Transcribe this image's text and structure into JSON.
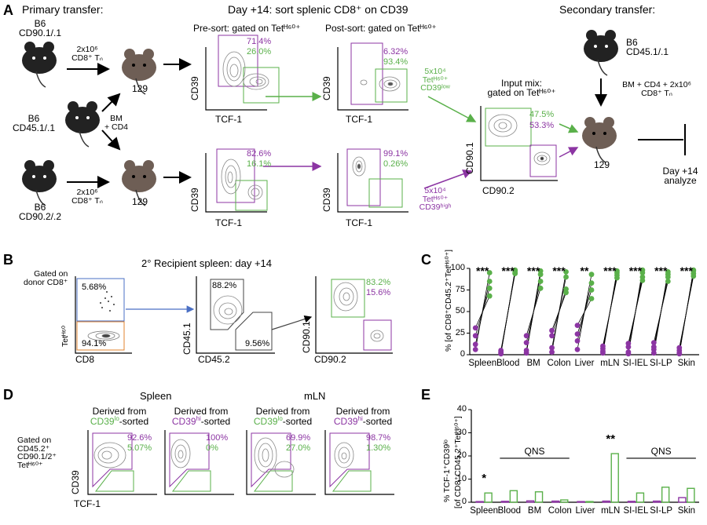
{
  "colors": {
    "green": "#5ab04a",
    "purple": "#8c35a3",
    "orange": "#e0832e",
    "blue": "#4a6fc4"
  },
  "panelA": {
    "letter": "A",
    "primary_transfer": "Primary transfer:",
    "day14_sort": "Day +14: sort splenic CD8⁺ on CD39",
    "secondary_transfer": "Secondary transfer:",
    "mouse_top_line1": "B6",
    "mouse_top_line2": "CD90.1/.1",
    "mouse_mid_line1": "B6",
    "mouse_mid_line2": "CD45.1/.1",
    "mouse_bot_line1": "B6",
    "mouse_bot_line2": "CD90.2/.2",
    "arrow_top_line1": "2x10⁶",
    "arrow_top_line2": "CD8⁺ Tₙ",
    "arrow_mid_line1": "BM",
    "arrow_mid_line2": "+ CD4",
    "arrow_bot_line1": "2x10⁶",
    "arrow_bot_line2": "CD8⁺ Tₙ",
    "recipient_label": "129",
    "pre_sort": "Pre-sort: gated on Tetᴴ⁶⁰⁺",
    "post_sort": "Post-sort: gated on Tetᴴ⁶⁰⁺",
    "pre_top_purple": "71.4%",
    "pre_top_green": "26.0%",
    "pre_bot_purple": "82.6%",
    "pre_bot_green": "16.1%",
    "post_top_purple": "6.32%",
    "post_top_green": "93.4%",
    "post_bot_purple": "99.1%",
    "post_bot_green": "0.26%",
    "axis_y": "CD39",
    "axis_x": "TCF-1",
    "green_sort_line1": "5x10⁴",
    "green_sort_line2": "Tetᴴ⁶⁰⁺",
    "green_sort_line3": "CD39ˡᵒʷ",
    "purple_sort_line1": "5x10⁴",
    "purple_sort_line2": "Tetᴴ⁶⁰⁺",
    "purple_sort_line3": "CD39ʰⁱᵍʰ",
    "input_mix_line1": "Input mix:",
    "input_mix_line2": "gated on Tetᴴ⁶⁰⁺",
    "input_green": "47.5%",
    "input_purple": "53.3%",
    "input_axis_y": "CD90.1",
    "input_axis_x": "CD90.2",
    "sec_mouse_line1": "B6",
    "sec_mouse_line2": "CD45.1/.1",
    "sec_arrow_line1": "BM + CD4 + 2x10⁶",
    "sec_arrow_line2": "CD8⁺ Tₙ",
    "sec_recipient": "129",
    "day14_line1": "Day +14",
    "day14_line2": "analyze"
  },
  "panelB": {
    "letter": "B",
    "title": "2° Recipient spleen: day +14",
    "gated_line1": "Gated on",
    "gated_line2": "donor CD8⁺",
    "p1_top": "5.68%",
    "p1_bot": "94.1%",
    "p1_axis_y": "Tetᴴ⁶⁰",
    "p1_axis_x": "CD8",
    "p2_top": "88.2%",
    "p2_bot": "9.56%",
    "p2_axis_y": "CD45.1",
    "p2_axis_x": "CD45.2",
    "p3_green": "83.2%",
    "p3_purple": "15.6%",
    "p3_axis_y": "CD90.1",
    "p3_axis_x": "CD90.2"
  },
  "panelD": {
    "letter": "D",
    "spleen": "Spleen",
    "mln": "mLN",
    "derived_from": "Derived from",
    "cd39": "CD39",
    "lo_sup": "lo",
    "hi_sup": "hi",
    "sorted": "-sorted",
    "gated_line1": "Gated on",
    "gated_line2": "CD45.2⁺",
    "gated_line3": "CD90.1/2⁺",
    "gated_line4": "Tetᴴ⁶⁰⁺",
    "p1_purple": "92.6%",
    "p1_green": "5.07%",
    "p2_purple": "100%",
    "p2_green": "0%",
    "p3_purple": "69.9%",
    "p3_green": "27.0%",
    "p4_purple": "98.7%",
    "p4_green": "1.30%",
    "axis_y": "CD39",
    "axis_x": "TCF-1"
  },
  "chart_data": [
    {
      "type": "scatter",
      "panel": "C",
      "ylabel": "% [of CD8⁺CD45.2⁺Tetᴴ⁶⁰⁺]",
      "ylim": [
        0,
        100
      ],
      "yticks": [
        0,
        25,
        50,
        75,
        100
      ],
      "categories": [
        "Spleen",
        "Blood",
        "BM",
        "Colon",
        "Liver",
        "mLN",
        "SI-IEL",
        "SI-LP",
        "Skin"
      ],
      "significance": [
        "***",
        "***",
        "***",
        "***",
        "**",
        "***",
        "***",
        "***",
        "***"
      ],
      "series": [
        {
          "color": "#8c35a3",
          "values": [
            [
              6,
              12,
              22,
              31
            ],
            [
              1,
              2,
              3,
              5
            ],
            [
              2,
              5,
              14,
              22
            ],
            [
              3,
              8,
              22,
              28
            ],
            [
              6,
              16,
              24,
              34
            ],
            [
              2,
              4,
              7,
              10
            ],
            [
              1,
              3,
              9,
              13
            ],
            [
              2,
              6,
              9,
              14
            ],
            [
              1,
              2,
              5,
              8
            ]
          ]
        },
        {
          "color": "#5ab04a",
          "values": [
            [
              68,
              77,
              85,
              95
            ],
            [
              94,
              95,
              97,
              98
            ],
            [
              77,
              85,
              93,
              97
            ],
            [
              72,
              76,
              90,
              96
            ],
            [
              65,
              75,
              83,
              93
            ],
            [
              89,
              92,
              95,
              97
            ],
            [
              86,
              90,
              95,
              98
            ],
            [
              85,
              90,
              93,
              96
            ],
            [
              91,
              94,
              97,
              98
            ]
          ]
        }
      ]
    },
    {
      "type": "bar",
      "panel": "E",
      "ylabel_line1": "% TCF-1⁺CD39ˡᵒ",
      "ylabel_line2": "[of CD8⁺CD45.2⁺Tetᴴ⁶⁰⁺]",
      "ylim": [
        0,
        40
      ],
      "yticks": [
        0,
        10,
        20,
        30,
        40
      ],
      "categories": [
        "Spleen",
        "Blood",
        "BM",
        "Colon",
        "Liver",
        "mLN",
        "SI-IEL",
        "SI-LP",
        "Skin"
      ],
      "series": [
        {
          "color": "#8c35a3",
          "values": [
            0.3,
            0.4,
            0.6,
            0.5,
            0.3,
            0.5,
            0.4,
            0.5,
            2.0
          ]
        },
        {
          "color": "#5ab04a",
          "values": [
            4.0,
            5.0,
            4.5,
            1.0,
            0.3,
            21.0,
            4.0,
            6.5,
            6.0
          ]
        }
      ],
      "annotations": [
        {
          "text": "*",
          "category": "Spleen"
        },
        {
          "text": "**",
          "category": "mLN"
        },
        {
          "text": "QNS",
          "from": "Blood",
          "to": "Colon"
        },
        {
          "text": "QNS",
          "from": "SI-IEL",
          "to": "Skin"
        }
      ]
    }
  ]
}
